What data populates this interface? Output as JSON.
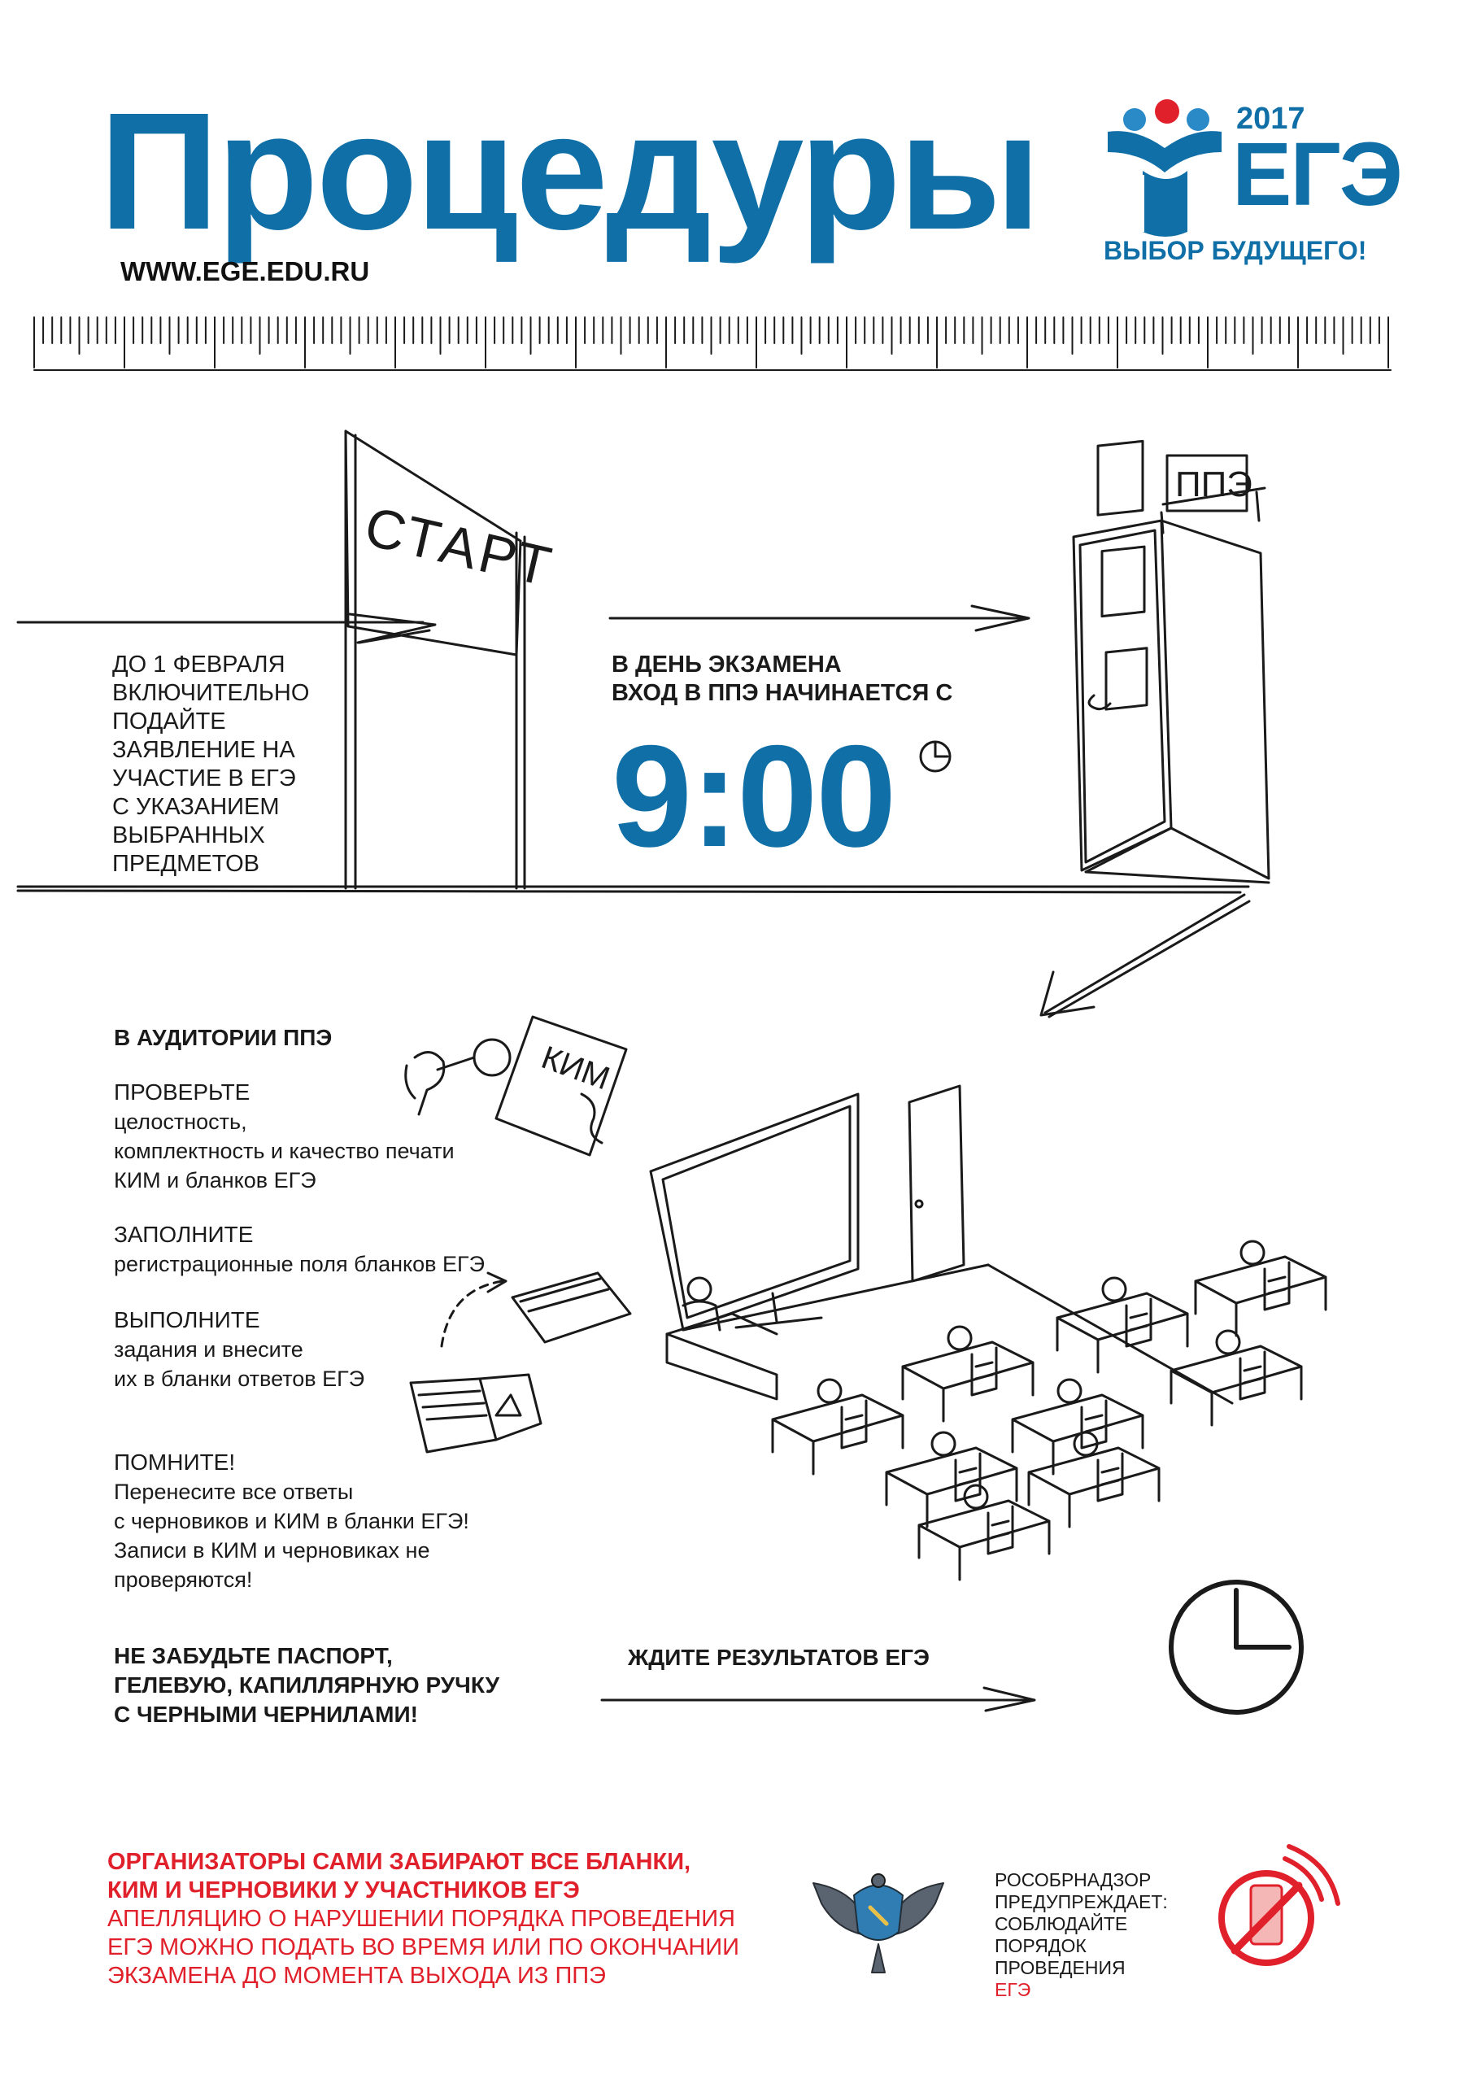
{
  "header": {
    "title": "Процедуры",
    "url": "WWW.EGE.EDU.RU",
    "logo": {
      "year": "2017",
      "name": "ЕГЭ",
      "slogan": "ВЫБОР БУДУЩЕГО!"
    }
  },
  "start": {
    "sign": "СТАРТ",
    "lines": [
      "ДО 1 ФЕВРАЛЯ",
      "ВКЛЮЧИТЕЛЬНО",
      "ПОДАЙТЕ",
      "ЗАЯВЛЕНИЕ НА",
      "УЧАСТИЕ В ЕГЭ",
      "С УКАЗАНИЕМ",
      "ВЫБРАННЫХ",
      "ПРЕДМЕТОВ"
    ]
  },
  "exam_day": {
    "line1": "В ДЕНЬ ЭКЗАМЕНА",
    "line2": "ВХОД В ППЭ НАЧИНАЕТСЯ С",
    "time": "9:00",
    "door_sign": "ППЭ"
  },
  "auditorium": {
    "heading": "В АУДИТОРИИ ППЭ",
    "kim_label": "КИМ",
    "steps": [
      {
        "title": "ПРОВЕРЬТЕ",
        "lines": [
          "целостность,",
          "комплектность и качество печати",
          "КИМ и бланков ЕГЭ"
        ]
      },
      {
        "title": "ЗАПОЛНИТЕ",
        "lines": [
          "регистрационные поля бланков ЕГЭ"
        ]
      },
      {
        "title": "ВЫПОЛНИТЕ",
        "lines": [
          "задания и внесите",
          "их в бланки ответов ЕГЭ"
        ]
      },
      {
        "title": "ПОМНИТЕ!",
        "lines": [
          "Перенесите все ответы",
          "с черновиков и КИМ в бланки ЕГЭ!",
          "Записи в КИМ и черновиках не",
          "проверяются!"
        ]
      }
    ]
  },
  "reminder": {
    "lines": [
      "НЕ ЗАБУДЬТЕ ПАСПОРТ,",
      "ГЕЛЕВУЮ, КАПИЛЛЯРНУЮ РУЧКУ",
      "С ЧЕРНЫМИ ЧЕРНИЛАМИ!"
    ]
  },
  "results": {
    "text": "ЖДИТЕ РЕЗУЛЬТАТОВ ЕГЭ"
  },
  "footer": {
    "bold_lines": [
      "ОРГАНИЗАТОРЫ САМИ ЗАБИРАЮТ ВСЕ БЛАНКИ,",
      "КИМ И ЧЕРНОВИКИ У УЧАСТНИКОВ ЕГЭ"
    ],
    "lines": [
      "АПЕЛЛЯЦИЮ О НАРУШЕНИИ ПОРЯДКА ПРОВЕДЕНИЯ",
      "ЕГЭ МОЖНО ПОДАТЬ ВО ВРЕМЯ ИЛИ ПО ОКОНЧАНИИ",
      "ЭКЗАМЕНА ДО МОМЕНТА ВЫХОДА ИЗ ППЭ"
    ],
    "warning_lines": [
      "РОСОБРНАДЗОР",
      "ПРЕДУПРЕЖДАЕТ:",
      "СОБЛЮДАЙТЕ",
      "ПОРЯДОК",
      "ПРОВЕДЕНИЯ"
    ],
    "warning_last": "ЕГЭ"
  },
  "colors": {
    "brand_blue": "#0f6fa6",
    "alert_red": "#e0202a",
    "ink": "#1a1a1a"
  },
  "icons": [
    "ege-logo-icon",
    "ruler-icon",
    "start-gate-icon",
    "door-icon",
    "clock-small-icon",
    "classroom-icon",
    "magnifier-hand-icon",
    "form-sheet-icon",
    "open-booklet-icon",
    "clock-large-icon",
    "rosobrnadzor-emblem-icon",
    "no-phone-icon"
  ]
}
